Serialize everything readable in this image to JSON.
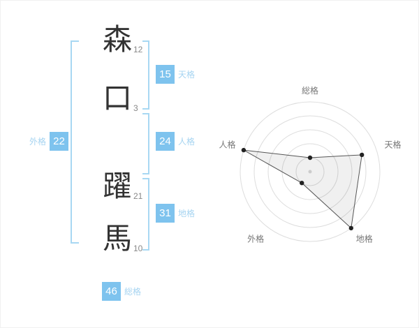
{
  "colors": {
    "accent_box": "#7ec3ee",
    "accent_label": "#a6d4f1",
    "bracket": "#a8d8f3",
    "char_text": "#333333",
    "stroke_text": "#888888",
    "radar_ring": "#dddddd",
    "radar_line": "#555555",
    "radar_dot": "#222222",
    "radar_fill": "rgba(0,0,0,0.06)",
    "radar_label": "#777777",
    "radar_center": "#cccccc"
  },
  "name": {
    "characters": [
      {
        "glyph": "森",
        "strokes": "12"
      },
      {
        "glyph": "口",
        "strokes": "3"
      },
      {
        "glyph": "躍",
        "strokes": "21"
      },
      {
        "glyph": "馬",
        "strokes": "10"
      }
    ]
  },
  "scores": {
    "tenkaku": {
      "label": "天格",
      "value": "15"
    },
    "jinkaku": {
      "label": "人格",
      "value": "24"
    },
    "chikaku": {
      "label": "地格",
      "value": "31"
    },
    "gaikaku": {
      "label": "外格",
      "value": "22"
    },
    "soukaku": {
      "label": "総格",
      "value": "46"
    }
  },
  "chart_data": {
    "type": "radar",
    "title": "",
    "axes": [
      "総格",
      "天格",
      "地格",
      "外格",
      "人格"
    ],
    "values_ratio": [
      0.2,
      0.78,
      1.0,
      0.2,
      1.0
    ],
    "axis_scores": {
      "総格": 46,
      "天格": 15,
      "地格": 31,
      "外格": 22,
      "人格": 24
    },
    "rings": 5,
    "grid": "concentric-circles",
    "legend": "none"
  }
}
